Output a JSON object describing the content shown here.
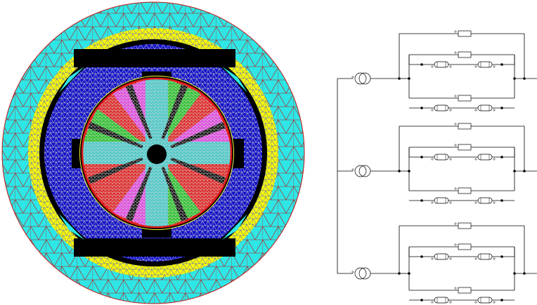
{
  "figure": {
    "left_panel": "finite-element-mesh",
    "right_panel": "circuit-schematic"
  },
  "mesh": {
    "colors": {
      "outer_region": "#2ee6e6",
      "yellow_band": "#ffff00",
      "black_band": "#000000",
      "stator": "#1010c8",
      "rotor_red": "#e01818",
      "rotor_green": "#20c020",
      "rotor_magenta": "#e040e0",
      "rotor_cyan": "#40c8c8",
      "mesh_lines": "#c8c8c8",
      "outer_mesh_lines": "#c01010"
    },
    "rotor_sector_colors": [
      "green",
      "magenta",
      "red",
      "green",
      "magenta",
      "red",
      "green",
      "magenta"
    ],
    "pole_count": 4,
    "rotor_bars": 8
  },
  "circuit": {
    "phases": 3,
    "source_symbol": "current-source-icon",
    "element_symbols": [
      "resistor-icon",
      "coil-icon"
    ],
    "coils_per_branch": 2,
    "parallel_branches": 2
  }
}
